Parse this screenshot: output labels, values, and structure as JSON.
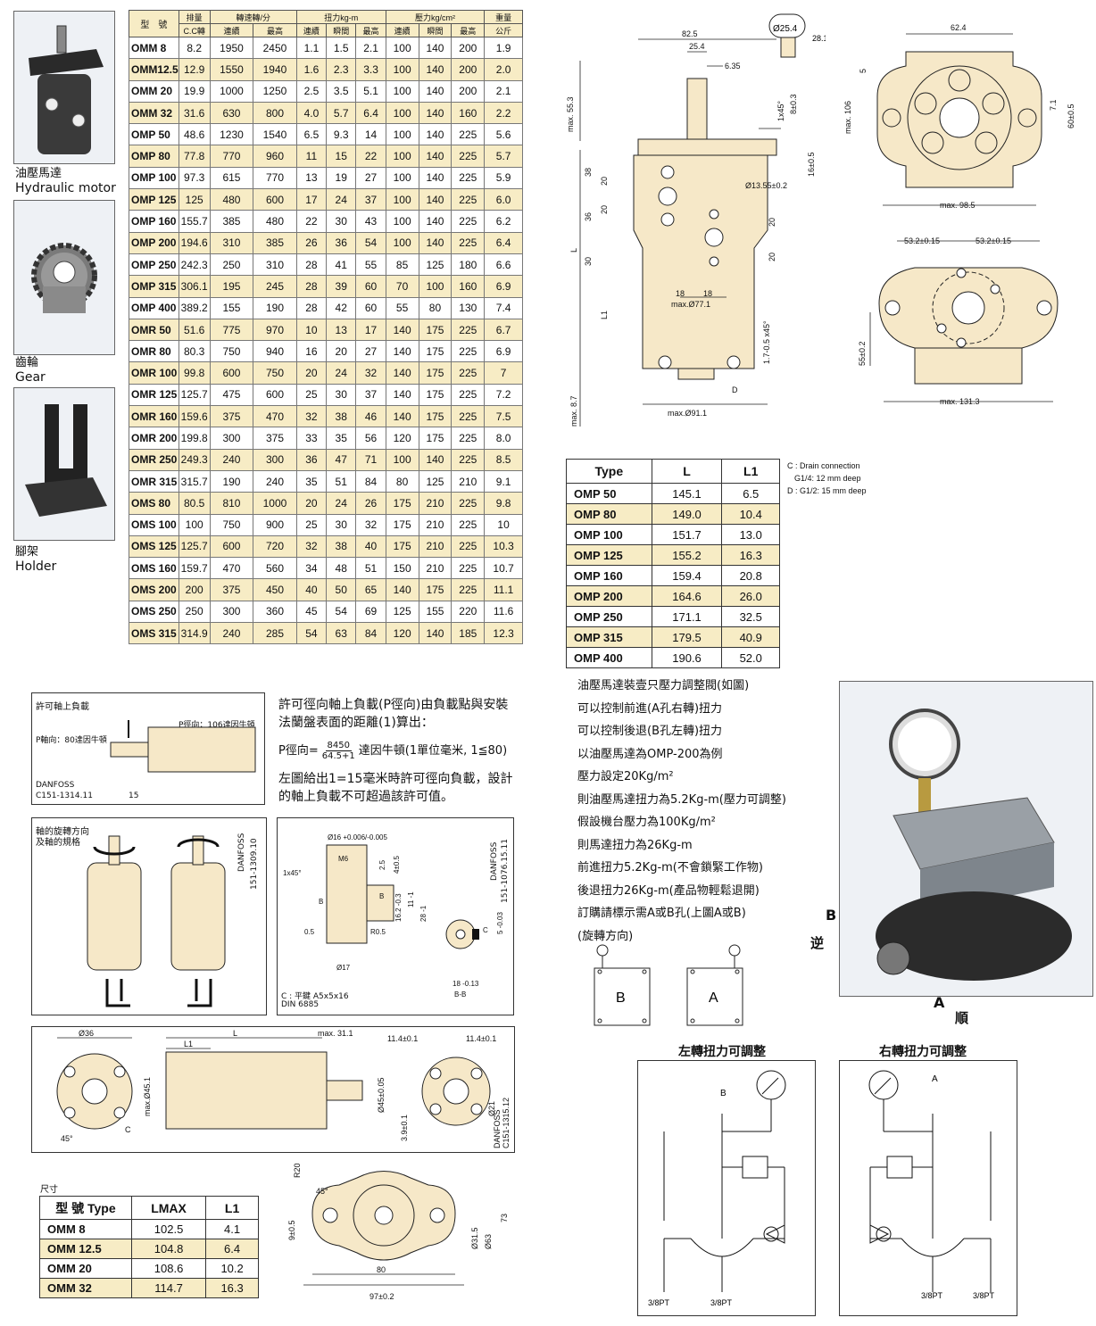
{
  "photos": {
    "motor": {
      "zh": "油壓馬達",
      "en": "Hydraulic motor"
    },
    "gear": {
      "zh": "齒輪",
      "en": "Gear"
    },
    "holder": {
      "zh": "腳架",
      "en": "Holder"
    }
  },
  "spec_table": {
    "h_model": "型　號",
    "h_displacement": "排量",
    "h_speed": "轉速轉/分",
    "h_torque": "扭力kg-m",
    "h_pressure": "壓力kg/cm²",
    "h_weight": "重量",
    "sub": [
      "C.C轉",
      "連續",
      "最高",
      "連續",
      "瞬間",
      "最高",
      "連續",
      "瞬間",
      "最高",
      "公斤"
    ],
    "rows": [
      [
        "OMM 8",
        "8.2",
        "1950",
        "2450",
        "1.1",
        "1.5",
        "2.1",
        "100",
        "140",
        "200",
        "1.9"
      ],
      [
        "OMM12.5",
        "12.9",
        "1550",
        "1940",
        "1.6",
        "2.3",
        "3.3",
        "100",
        "140",
        "200",
        "2.0"
      ],
      [
        "OMM 20",
        "19.9",
        "1000",
        "1250",
        "2.5",
        "3.5",
        "5.1",
        "100",
        "140",
        "200",
        "2.1"
      ],
      [
        "OMM 32",
        "31.6",
        "630",
        "800",
        "4.0",
        "5.7",
        "6.4",
        "100",
        "140",
        "160",
        "2.2"
      ],
      [
        "OMP 50",
        "48.6",
        "1230",
        "1540",
        "6.5",
        "9.3",
        "14",
        "100",
        "140",
        "225",
        "5.6"
      ],
      [
        "OMP 80",
        "77.8",
        "770",
        "960",
        "11",
        "15",
        "22",
        "100",
        "140",
        "225",
        "5.7"
      ],
      [
        "OMP 100",
        "97.3",
        "615",
        "770",
        "13",
        "19",
        "27",
        "100",
        "140",
        "225",
        "5.9"
      ],
      [
        "OMP 125",
        "125",
        "480",
        "600",
        "17",
        "24",
        "37",
        "100",
        "140",
        "225",
        "6.0"
      ],
      [
        "OMP 160",
        "155.7",
        "385",
        "480",
        "22",
        "30",
        "43",
        "100",
        "140",
        "225",
        "6.2"
      ],
      [
        "OMP 200",
        "194.6",
        "310",
        "385",
        "26",
        "36",
        "54",
        "100",
        "140",
        "225",
        "6.4"
      ],
      [
        "OMP 250",
        "242.3",
        "250",
        "310",
        "28",
        "41",
        "55",
        "85",
        "125",
        "180",
        "6.6"
      ],
      [
        "OMP 315",
        "306.1",
        "195",
        "245",
        "28",
        "39",
        "60",
        "70",
        "100",
        "160",
        "6.9"
      ],
      [
        "OMP 400",
        "389.2",
        "155",
        "190",
        "28",
        "42",
        "60",
        "55",
        "80",
        "130",
        "7.4"
      ],
      [
        "OMR 50",
        "51.6",
        "775",
        "970",
        "10",
        "13",
        "17",
        "140",
        "175",
        "225",
        "6.7"
      ],
      [
        "OMR 80",
        "80.3",
        "750",
        "940",
        "16",
        "20",
        "27",
        "140",
        "175",
        "225",
        "6.9"
      ],
      [
        "OMR 100",
        "99.8",
        "600",
        "750",
        "20",
        "24",
        "32",
        "140",
        "175",
        "225",
        "7"
      ],
      [
        "OMR 125",
        "125.7",
        "475",
        "600",
        "25",
        "30",
        "37",
        "140",
        "175",
        "225",
        "7.2"
      ],
      [
        "OMR 160",
        "159.6",
        "375",
        "470",
        "32",
        "38",
        "46",
        "140",
        "175",
        "225",
        "7.5"
      ],
      [
        "OMR 200",
        "199.8",
        "300",
        "375",
        "33",
        "35",
        "56",
        "120",
        "175",
        "225",
        "8.0"
      ],
      [
        "OMR 250",
        "249.3",
        "240",
        "300",
        "36",
        "47",
        "71",
        "100",
        "140",
        "225",
        "8.5"
      ],
      [
        "OMR 315",
        "315.7",
        "190",
        "240",
        "35",
        "51",
        "84",
        "80",
        "125",
        "210",
        "9.1"
      ],
      [
        "OMS 80",
        "80.5",
        "810",
        "1000",
        "20",
        "24",
        "26",
        "175",
        "210",
        "225",
        "9.8"
      ],
      [
        "OMS 100",
        "100",
        "750",
        "900",
        "25",
        "30",
        "32",
        "175",
        "210",
        "225",
        "10"
      ],
      [
        "OMS 125",
        "125.7",
        "600",
        "720",
        "32",
        "38",
        "40",
        "175",
        "210",
        "225",
        "10.3"
      ],
      [
        "OMS 160",
        "159.7",
        "470",
        "560",
        "34",
        "48",
        "51",
        "150",
        "210",
        "225",
        "10.7"
      ],
      [
        "OMS 200",
        "200",
        "375",
        "450",
        "40",
        "50",
        "65",
        "140",
        "175",
        "225",
        "11.1"
      ],
      [
        "OMS 250",
        "250",
        "300",
        "360",
        "45",
        "54",
        "69",
        "125",
        "155",
        "220",
        "11.6"
      ],
      [
        "OMS 315",
        "314.9",
        "240",
        "285",
        "54",
        "63",
        "84",
        "120",
        "140",
        "185",
        "12.3"
      ]
    ]
  },
  "omp_table": {
    "headers": [
      "Type",
      "L",
      "L1"
    ],
    "rows": [
      [
        "OMP 50",
        "145.1",
        "6.5"
      ],
      [
        "OMP 80",
        "149.0",
        "10.4"
      ],
      [
        "OMP 100",
        "151.7",
        "13.0"
      ],
      [
        "OMP 125",
        "155.2",
        "16.3"
      ],
      [
        "OMP 160",
        "159.4",
        "20.8"
      ],
      [
        "OMP 200",
        "164.6",
        "26.0"
      ],
      [
        "OMP 250",
        "171.1",
        "32.5"
      ],
      [
        "OMP 315",
        "179.5",
        "40.9"
      ],
      [
        "OMP 400",
        "190.6",
        "52.0"
      ]
    ],
    "notes": [
      "C : Drain connection",
      "G1/4: 12 mm deep",
      "D : G1/2: 15 mm deep"
    ]
  },
  "omp_drawing": {
    "dims": [
      "82.5",
      "25.4",
      "6.35",
      "Ø25.4",
      "28.1",
      "max. 55.3",
      "1x45°",
      "8±0.3",
      "16±0.5",
      "Ø13.55±0.2",
      "38",
      "20",
      "36",
      "20",
      "30",
      "20",
      "20",
      "L",
      "L1",
      "18",
      "18",
      "max.Ø77.1",
      "1.7-0.5 x45°",
      "max. 8.7",
      "D",
      "max.Ø91.1"
    ],
    "top_view": [
      "62.4",
      "5",
      "max. 106",
      "7.1",
      "60±0.5",
      "max. 98.5"
    ],
    "flange_view": [
      "53.2±0.15",
      "53.2±0.15",
      "55±0.2",
      "max. 131.3"
    ]
  },
  "radial_load": {
    "title": "許可軸上負載",
    "p_radial": "P徑向：106達因牛頓",
    "p_axial": "P軸向：80達因牛頓",
    "maker": "DANFOSS",
    "code": "C151-1314.11",
    "dim": "15"
  },
  "radial_text": {
    "para1": "許可徑向軸上負載(P徑向)由負載點與安裝法蘭盤表面的距離(1)算出：",
    "formula_lhs": "P徑向=",
    "formula_num": "8450",
    "formula_den": "64.5+1",
    "formula_rhs": "達因牛頓(1單位毫米, 1≦80)",
    "para2": "左圖給出1=15毫米時許可徑向負載，設計的軸上負載不可超過該許可值。"
  },
  "rotation": {
    "title1": "軸的旋轉方向",
    "title2": "及軸的規格",
    "maker": "DANFOSS",
    "code": "151-1309.10"
  },
  "shaft": {
    "dims": [
      "Ø16 +0.006/-0.005",
      "M6",
      "2.5",
      "4±0.5",
      "1x45°",
      "B",
      "B",
      "16.2 -0.3",
      "28 -1",
      "11 -1",
      "0.5",
      "R0.5",
      "Ø17",
      "C",
      "5 -0.03",
      "18 -0.13",
      "B-B"
    ],
    "key": "C : 平鍵 A5x5x16",
    "din": "DIN 6885",
    "maker": "DANFOSS",
    "code": "151-1076.15.11"
  },
  "omm_drawing": {
    "dims": [
      "Ø36",
      "45°",
      "C",
      "max.Ø45.1",
      "L1",
      "L",
      "max. 31.1",
      "Ø45±0.05",
      "11.4±0.1",
      "11.4±0.1",
      "3.9±0.1",
      "Ø21"
    ],
    "maker": "DANFOSS",
    "code": "C151-1315.12"
  },
  "omm_table": {
    "caption": "尺寸",
    "headers": [
      "型 號 Type",
      "LMAX",
      "L1"
    ],
    "rows": [
      [
        "OMM 8",
        "102.5",
        "4.1"
      ],
      [
        "OMM 12.5",
        "104.8",
        "6.4"
      ],
      [
        "OMM 20",
        "108.6",
        "10.2"
      ],
      [
        "OMM 32",
        "114.7",
        "16.3"
      ]
    ]
  },
  "flange": {
    "dims": [
      "R20",
      "45°",
      "9±0.5",
      "Ø31.5",
      "Ø63",
      "73",
      "80",
      "97±0.2"
    ]
  },
  "valve_notes": [
    "油壓馬達裝壹只壓力調整閥(如圖)",
    "可以控制前進(A孔右轉)扭力",
    "可以控制後退(B孔左轉)扭力",
    "以油壓馬達為OMP-200為例",
    "壓力設定20Kg/m²",
    "則油壓馬達扭力為5.2Kg-m(壓力可調整)",
    "假設機台壓力為100Kg/m²",
    "則馬達扭力為26Kg-m",
    "前進扭力5.2Kg-m(不會鎖緊工作物)",
    "後退扭力26Kg-m(產品物輕鬆退開)",
    "訂購請標示需A或B孔(上圖A或B)",
    "(旋轉方向)"
  ],
  "ports": {
    "b": "B",
    "a": "A"
  },
  "assembly_photo": {
    "b": "B",
    "a": "A",
    "reverse": "逆",
    "forward": "順"
  },
  "circuits": {
    "left_title": "左轉扭力可調整",
    "right_title": "右轉扭力可調整",
    "left_port": "B",
    "right_port": "A",
    "pt": "3/8PT"
  }
}
